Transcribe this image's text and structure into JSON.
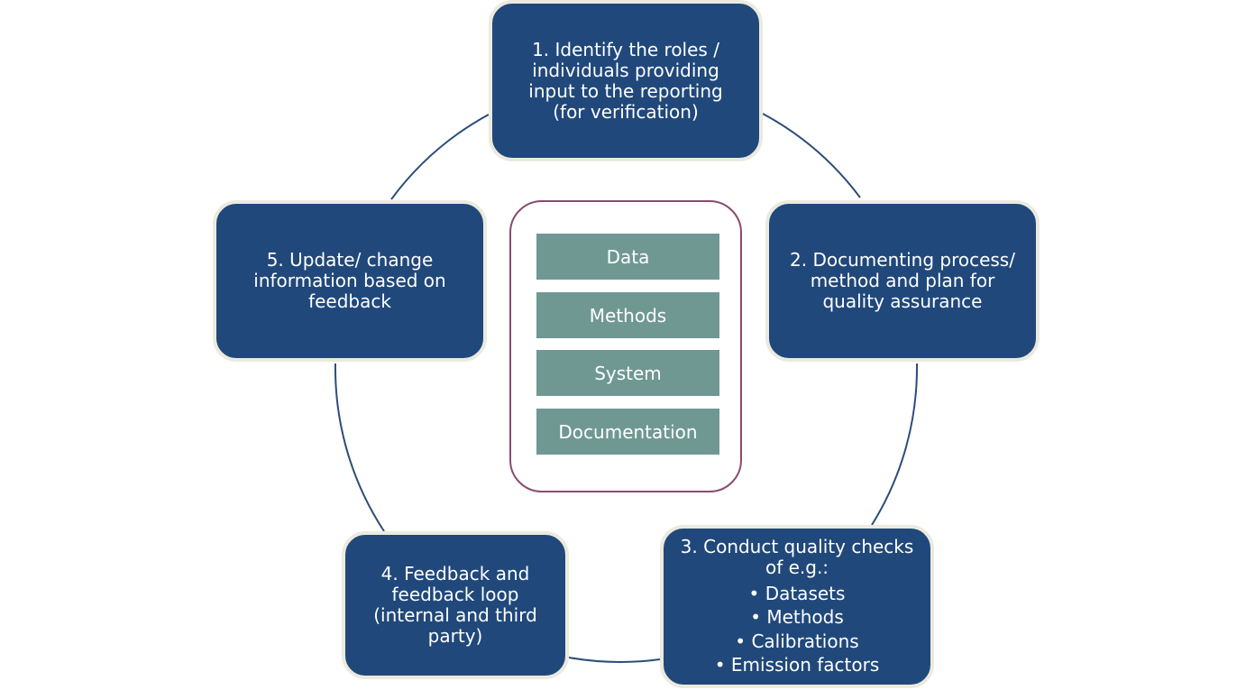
{
  "steps": [
    {
      "lines": [
        "1. Identify the roles /",
        "individuals providing",
        "input to the reporting",
        "(for verification)"
      ]
    },
    {
      "lines": [
        "2. Documenting process/",
        "method and plan for",
        "quality assurance"
      ]
    },
    {
      "lines": [
        "3. Conduct quality checks",
        "of e.g.:"
      ],
      "bullets": [
        "Datasets",
        "Methods",
        "Calibrations",
        "Emission factors"
      ]
    },
    {
      "lines": [
        "4. Feedback and",
        "feedback loop",
        "(internal and third",
        "party)"
      ]
    },
    {
      "lines": [
        "5. Update/ change",
        "information based on",
        "feedback"
      ]
    }
  ],
  "center_items": [
    "Data",
    "Methods",
    "System",
    "Documentation"
  ],
  "colors": {
    "step_fill": "#20487b",
    "step_border": "#eceadf",
    "center_item_fill": "#709893",
    "center_border": "#8c4a6f",
    "connector": "#2b4d7a"
  }
}
